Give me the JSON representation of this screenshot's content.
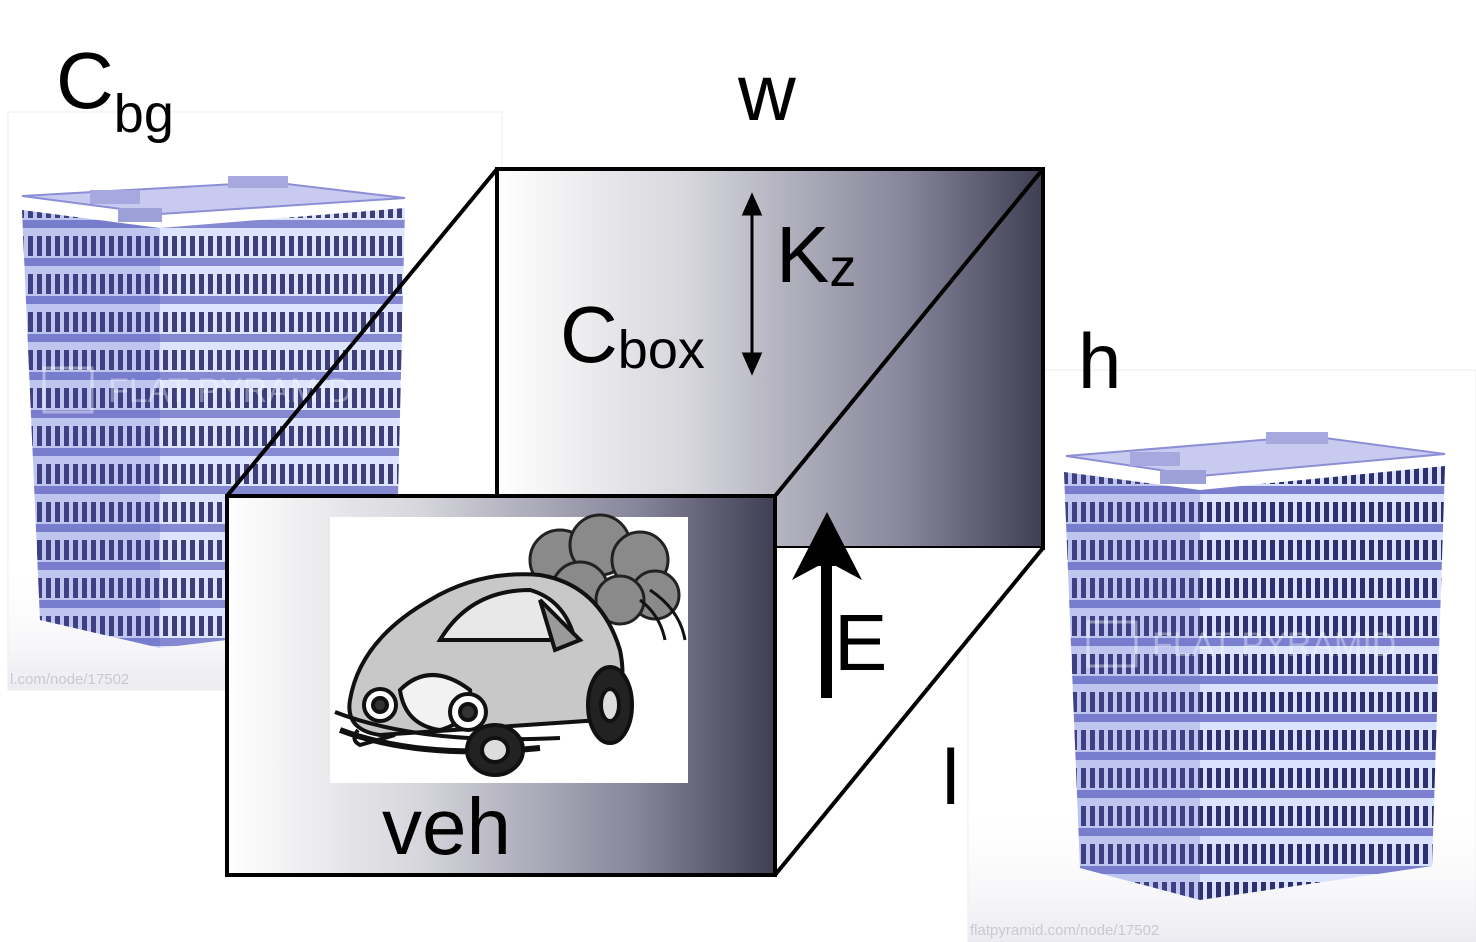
{
  "labels": {
    "c_bg_main": "C",
    "c_bg_sub": "bg",
    "w": "w",
    "h": "h",
    "l": "l",
    "c_box_main": "C",
    "c_box_sub": "box",
    "k_main": "K",
    "k_sub": "z",
    "e": "E",
    "veh": "veh"
  },
  "watermarks": {
    "left_logo_text": "FLAT PYRAMID",
    "right_logo_text": "FLAT PYRAMID",
    "left_url": "l.com/node/17502",
    "right_url": "flatpyramid.com/node/17502"
  },
  "icons": {
    "buildings": "office-building-image",
    "car": "cartoon-car-exhaust-image"
  },
  "colors": {
    "box_dark": "#3f3e52",
    "box_light": "#ffffff",
    "building_blue": "#8c8fd6",
    "building_dark": "#4a4a8e"
  }
}
